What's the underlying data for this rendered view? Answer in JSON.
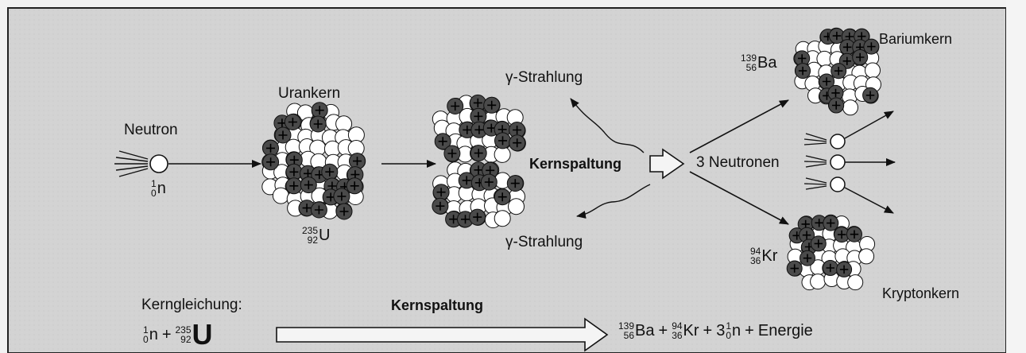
{
  "labels": {
    "neutron": "Neutron",
    "urankern": "Urankern",
    "gamma_top": "γ-Strahlung",
    "gamma_bottom": "γ-Strahlung",
    "kernspaltung_mid": "Kernspaltung",
    "drei_neutronen": "3 Neutronen",
    "bariumkern": "Bariumkern",
    "kryptonkern": "Kryptonkern",
    "kerngleichung": "Kerngleichung:",
    "kernspaltung_eq": "Kernspaltung"
  },
  "nuclides": {
    "neutron": {
      "mass": "1",
      "charge": "0",
      "symbol": "n"
    },
    "uranium": {
      "mass": "235",
      "charge": "92",
      "symbol": "U"
    },
    "barium": {
      "mass": "139",
      "charge": "56",
      "symbol": "Ba"
    },
    "krypton": {
      "mass": "94",
      "charge": "36",
      "symbol": "Kr"
    }
  },
  "equation": {
    "left": {
      "n_mass": "1",
      "n_charge": "0",
      "n_sym": "n",
      "plus": "+",
      "u_mass": "235",
      "u_charge": "92",
      "u_sym": "U"
    },
    "right": {
      "ba_mass": "139",
      "ba_charge": "56",
      "ba_sym": "Ba",
      "plus1": "+",
      "kr_mass": "94",
      "kr_charge": "36",
      "kr_sym": "Kr",
      "plus2": "+",
      "n_coef": "3",
      "n_mass": "1",
      "n_charge": "0",
      "n_sym": "n",
      "plus3": "+",
      "energy": "Energie"
    }
  },
  "colors": {
    "background": "#f2f2f2",
    "panel_bg": "#d4d4d4",
    "proton": "#4a4a4a",
    "neutron_ball": "#ffffff",
    "line": "#111111"
  }
}
